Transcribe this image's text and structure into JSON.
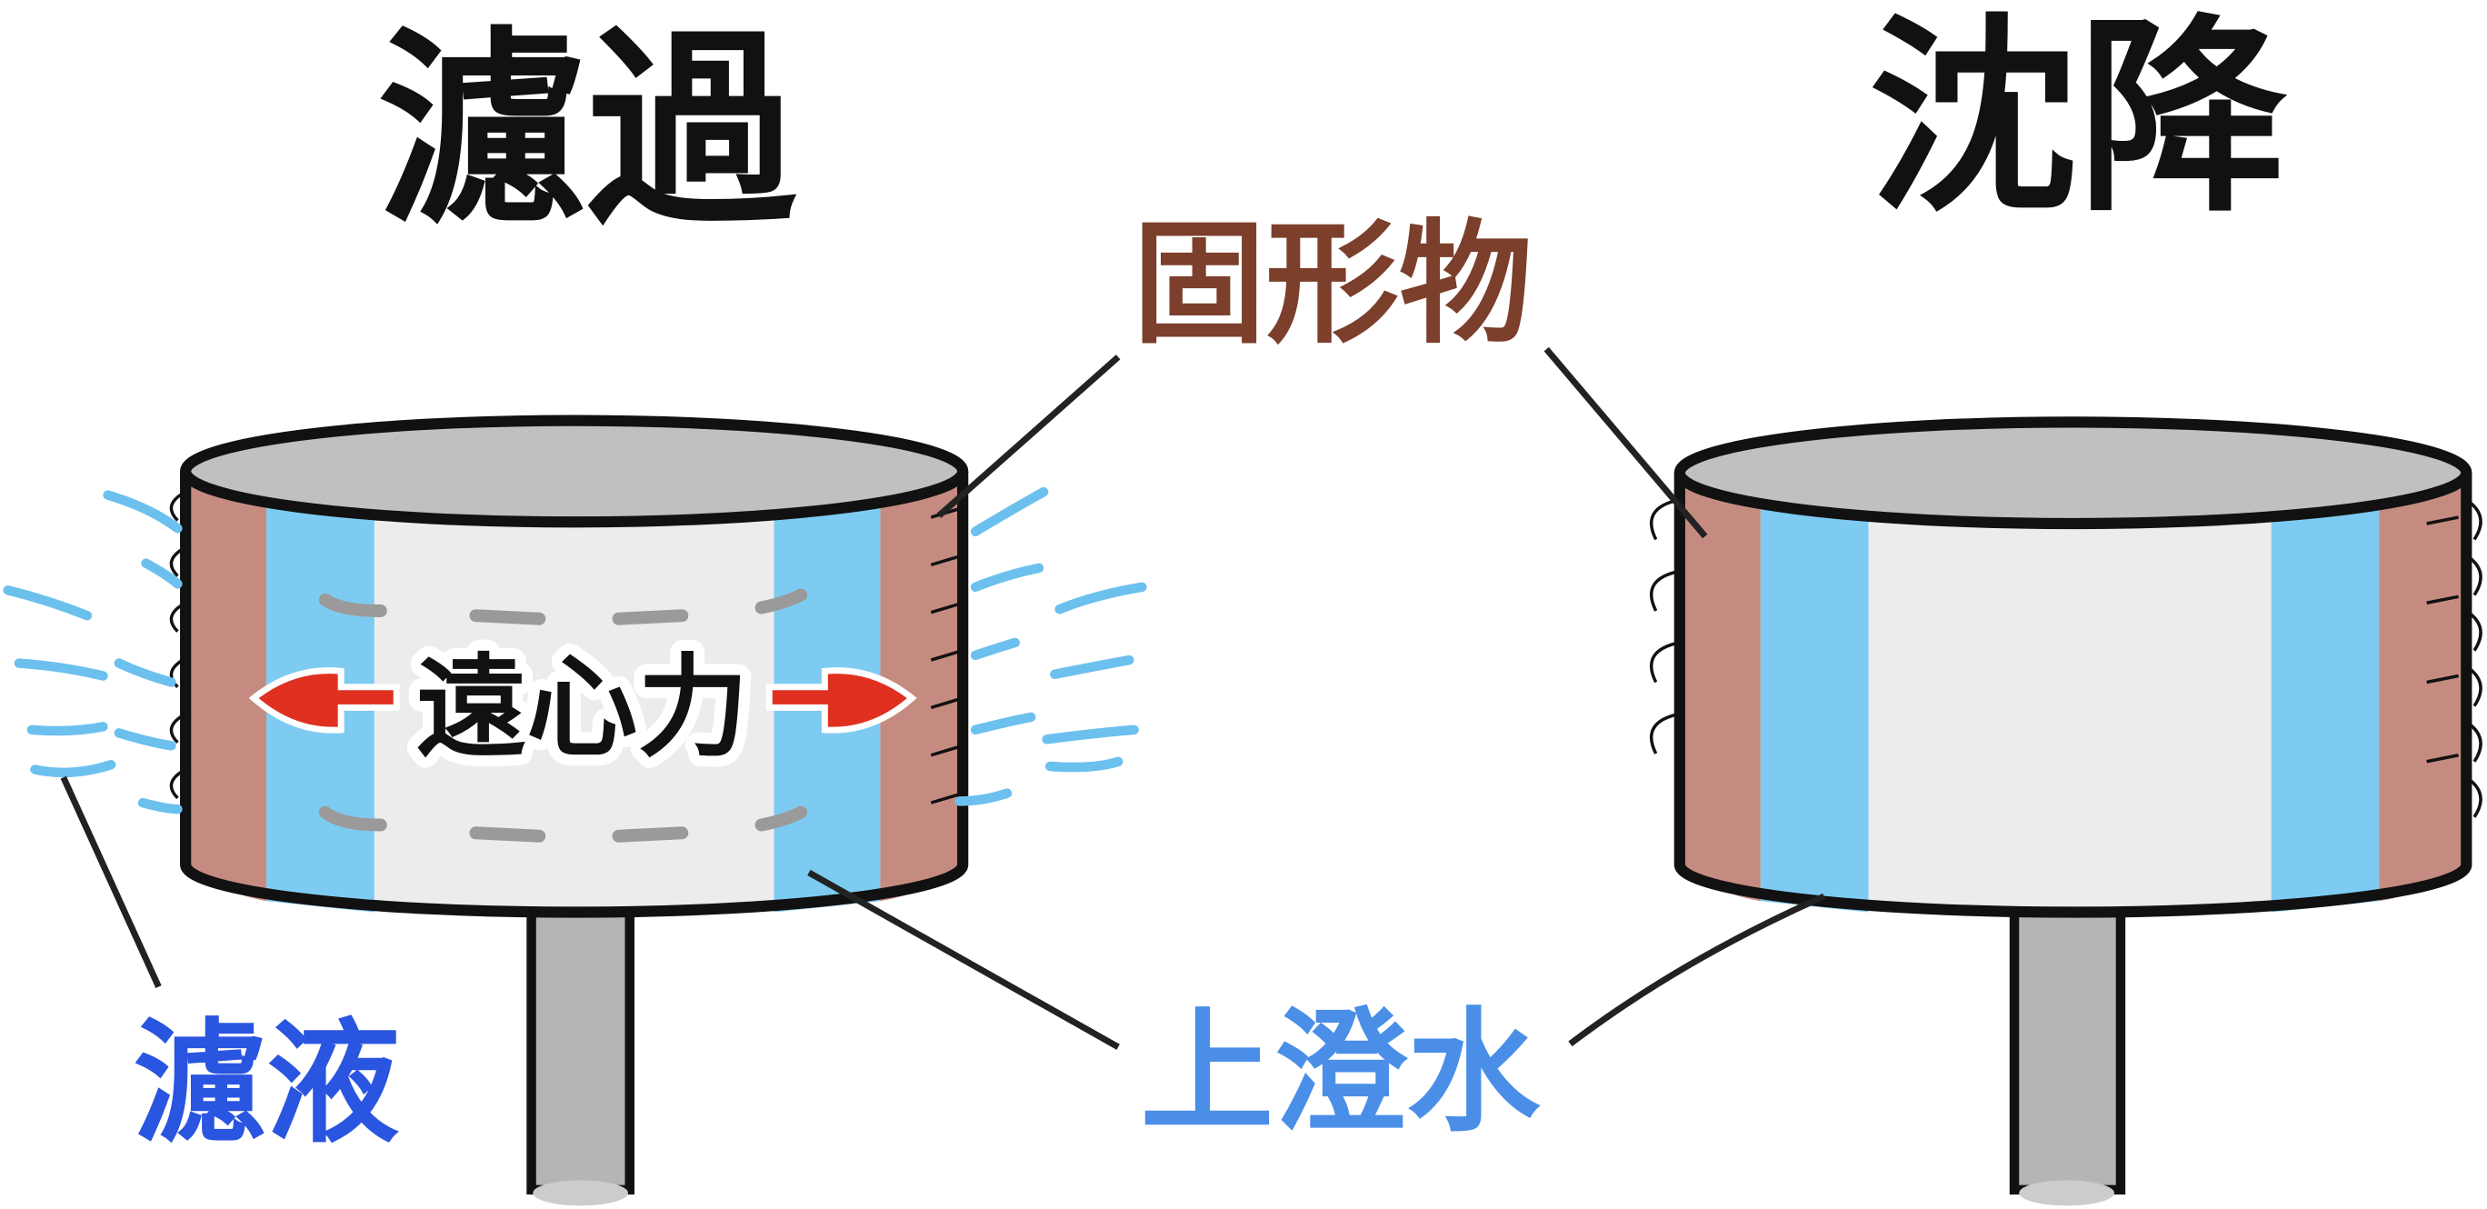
{
  "titles": {
    "filtration": "濾過",
    "sedimentation": "沈降"
  },
  "labels": {
    "solids": "固形物",
    "filtrate": "濾液",
    "supernatant": "上澄水",
    "centrifugal_force": "遠心力"
  },
  "colors": {
    "solids_label": "#7b3f2b",
    "filtrate_label": "#2a55e0",
    "supernatant_label": "#4a8ee8",
    "solids_layer": "#c68b80",
    "liquid_layer": "#7ecbf2",
    "arrow": "#e03020"
  }
}
